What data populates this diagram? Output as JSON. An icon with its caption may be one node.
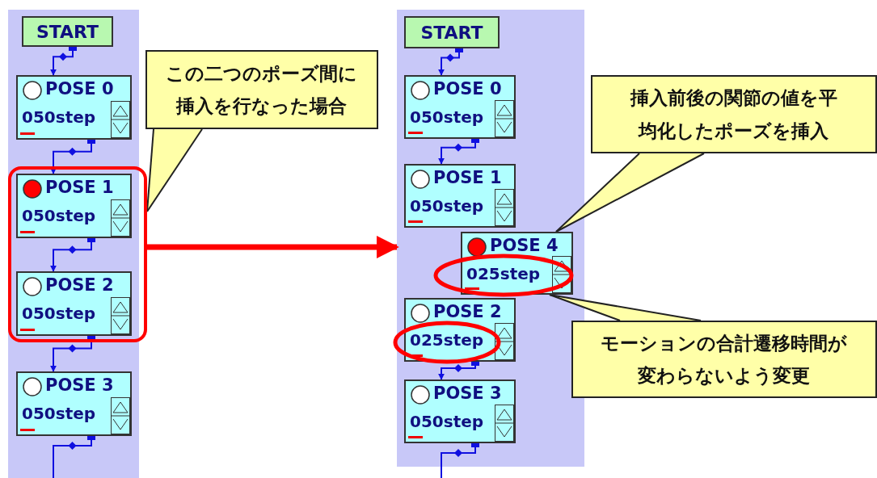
{
  "diagram": {
    "nodes": [
      {
        "text": [],
        "shape": "box"
      },
      {
        "text": [
          "START"
        ],
        "in": 0
      },
      {
        "text": [
          "POSE 0",
          "050step"
        ],
        "in": 0
      },
      {
        "text": [],
        "shape": "box",
        "in": 0
      },
      {
        "text": [
          "POSE 1",
          "050step"
        ],
        "in": 3
      },
      {
        "text": [
          "POSE 2",
          "050step"
        ],
        "in": 3
      },
      {
        "text": [
          "POSE 3",
          "050step"
        ],
        "in": 0
      },
      {
        "text": [
          "この二つのポーズ間に挿入を行なった場合"
        ]
      },
      {
        "text": [],
        "shape": "box"
      },
      {
        "text": [
          "START"
        ],
        "in": 8
      },
      {
        "text": [
          "POSE 0",
          "050step"
        ],
        "in": 8
      },
      {
        "text": [
          "POSE 1",
          "050step"
        ],
        "in": 8
      },
      {
        "text": [
          "POSE 4",
          "025step"
        ],
        "in": 8
      },
      {
        "text": [
          "POSE 2",
          "025step"
        ],
        "in": 8
      },
      {
        "text": [
          "POSE 3",
          "050step"
        ],
        "in": 8
      },
      {
        "text": [
          "挿入前後の関節の値を平均化したポーズを挿入"
        ]
      },
      {
        "text": [
          "モーションの合計遷移時間が変わらないよう変更"
        ]
      }
    ],
    "edges": [
      {
        "from": 1,
        "to": 2,
        "arrow": "to"
      },
      {
        "from": 2,
        "to": 4,
        "arrow": "to"
      },
      {
        "from": 4,
        "to": 5,
        "arrow": "to"
      },
      {
        "from": 5,
        "to": 6,
        "arrow": "to"
      },
      {
        "from": 6,
        "to": null,
        "arrow": "other"
      },
      {
        "from": 3,
        "to": 8,
        "arrow": "to",
        "style": "thick",
        "color": "#ff0000"
      },
      {
        "from": 7,
        "to": 3,
        "arrow": "none",
        "color": "#222222"
      },
      {
        "from": 9,
        "to": 10,
        "arrow": "to"
      },
      {
        "from": 10,
        "to": 11,
        "arrow": "to"
      },
      {
        "from": 13,
        "to": 14,
        "arrow": "to"
      },
      {
        "from": 14,
        "to": null,
        "arrow": "other"
      },
      {
        "from": 15,
        "to": 12,
        "arrow": "none",
        "color": "#222222"
      },
      {
        "from": 16,
        "to": 12,
        "arrow": "none",
        "color": "#222222"
      }
    ]
  }
}
